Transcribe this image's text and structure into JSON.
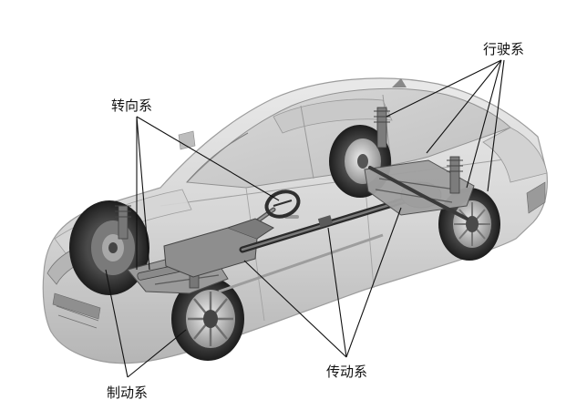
{
  "labels": {
    "running_system": "行驶系",
    "steering_system": "转向系",
    "braking_system": "制动系",
    "drivetrain_system": "传动系"
  }
}
